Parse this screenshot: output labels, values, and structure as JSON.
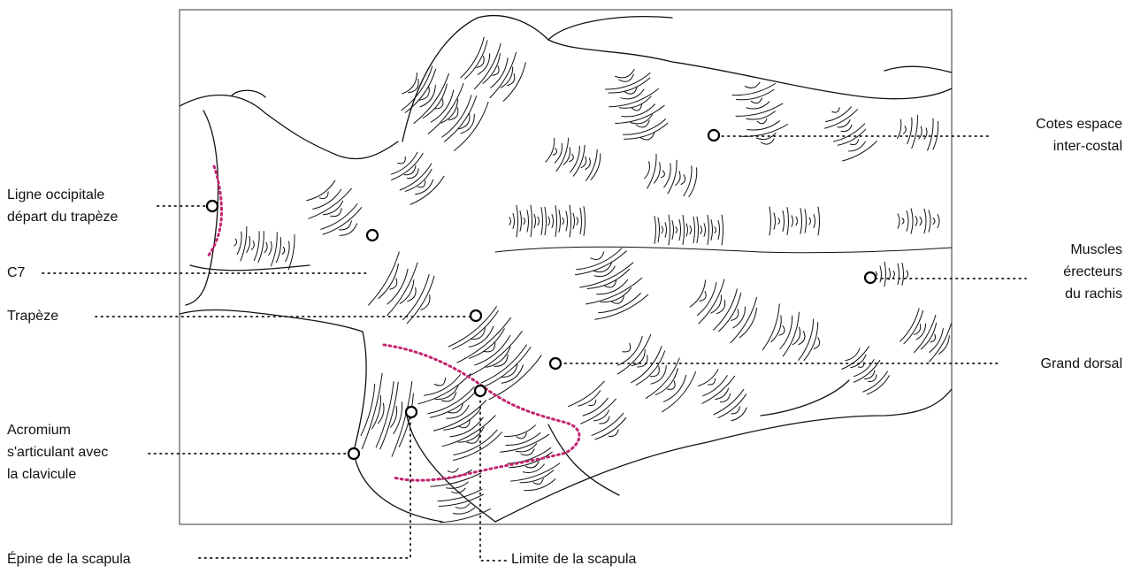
{
  "diagram": {
    "colors": {
      "ink": "#000000",
      "outline": "#222222",
      "dashed_contour": "#c2256f",
      "leader": "#111111"
    },
    "labels": {
      "ligne_occipitale": "Ligne occipitale\ndépart du trapèze",
      "c7": "C7",
      "trapeze": "Trapèze",
      "acromium": "Acromium\ns'articulant avec\nla clavicule",
      "epine_scapula": "Épine de la scapula",
      "limite_scapula": "Limite de la scapula",
      "cotes": "Cotes espace\ninter-costal",
      "muscles_erecteurs": "Muscles\nérecteurs\ndu rachis",
      "grand_dorsal": "Grand dorsal"
    }
  }
}
